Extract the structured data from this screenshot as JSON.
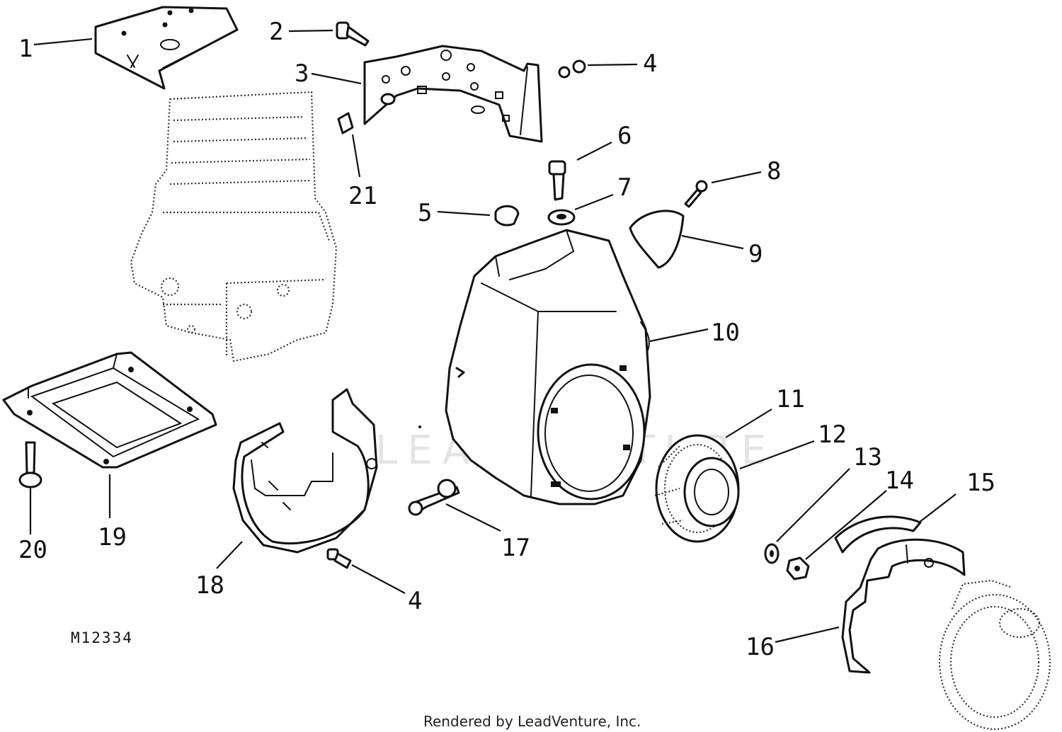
{
  "diagram": {
    "callouts": [
      {
        "id": "c1",
        "label": "1"
      },
      {
        "id": "c2",
        "label": "2"
      },
      {
        "id": "c3",
        "label": "3"
      },
      {
        "id": "c4a",
        "label": "4"
      },
      {
        "id": "c5",
        "label": "5"
      },
      {
        "id": "c6",
        "label": "6"
      },
      {
        "id": "c7",
        "label": "7"
      },
      {
        "id": "c8",
        "label": "8"
      },
      {
        "id": "c9",
        "label": "9"
      },
      {
        "id": "c10",
        "label": "10"
      },
      {
        "id": "c11",
        "label": "11"
      },
      {
        "id": "c12",
        "label": "12"
      },
      {
        "id": "c13",
        "label": "13"
      },
      {
        "id": "c14",
        "label": "14"
      },
      {
        "id": "c15",
        "label": "15"
      },
      {
        "id": "c16",
        "label": "16"
      },
      {
        "id": "c17",
        "label": "17"
      },
      {
        "id": "c18",
        "label": "18"
      },
      {
        "id": "c19",
        "label": "19"
      },
      {
        "id": "c20",
        "label": "20"
      },
      {
        "id": "c21",
        "label": "21"
      },
      {
        "id": "c4b",
        "label": "4"
      }
    ],
    "reference_code": "M12334",
    "watermark_text": "LEADVENTURE"
  },
  "footer": {
    "credit": "Rendered by LeadVenture, Inc."
  }
}
